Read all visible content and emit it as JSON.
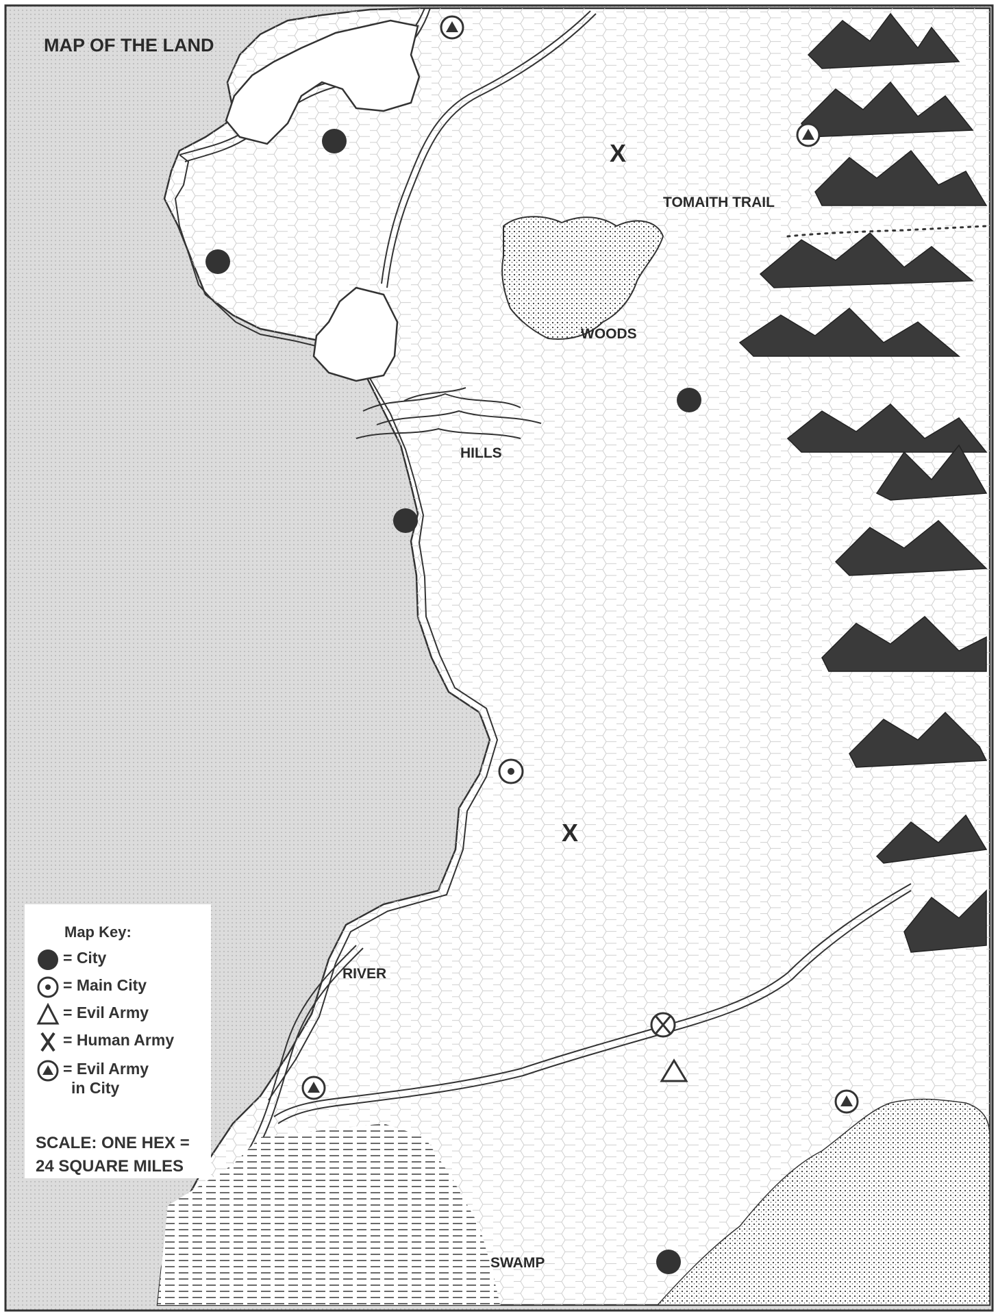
{
  "map": {
    "title": "MAP OF THE LAND",
    "labels": {
      "tomaith_trail": "TOMAITH TRAIL",
      "woods": "WOODS",
      "hills": "HILLS",
      "river": "RIVER",
      "swamp": "SWAMP"
    },
    "markers": {
      "human_army": "X"
    }
  },
  "legend": {
    "title": "Map Key:",
    "items": [
      {
        "icon": "city-icon",
        "text": "= City"
      },
      {
        "icon": "main-city-icon",
        "text": "= Main City"
      },
      {
        "icon": "evil-army-icon",
        "text": "= Evil Army"
      },
      {
        "icon": "human-army-icon",
        "text": "= Human Army"
      },
      {
        "icon": "evil-army-in-city-icon",
        "text": "= Evil Army",
        "text2": "in City"
      }
    ],
    "scale_line1": "SCALE: ONE HEX =",
    "scale_line2": "24 SQUARE MILES"
  },
  "colors": {
    "sea": "#d7d7d7",
    "ink": "#333333",
    "hex": "#c8c8c8"
  }
}
